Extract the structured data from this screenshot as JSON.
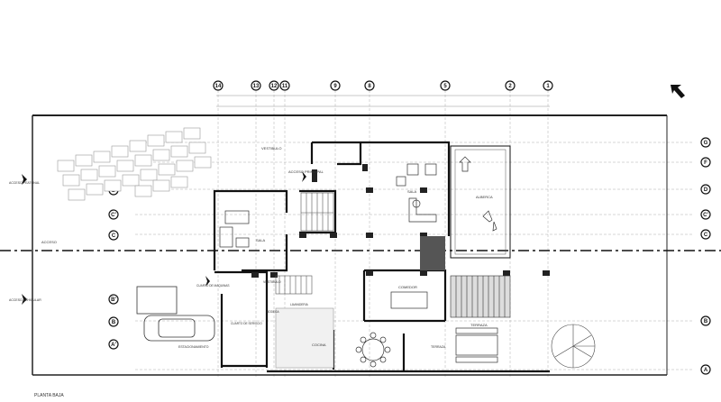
{
  "sheet": {
    "title": "PLANTA BAJA"
  },
  "grid": {
    "columns": [
      "14",
      "13",
      "12",
      "11",
      "9",
      "8",
      "5",
      "2",
      "1"
    ],
    "rows": [
      "G",
      "F",
      "D",
      "C'",
      "C",
      "B",
      "A"
    ],
    "left_rows": [
      "D",
      "C'",
      "C",
      "B'",
      "B",
      "A'"
    ]
  },
  "rooms": {
    "vestibulo_top": "VESTIBULO",
    "acceso_principal": "ACCESO PRINCIPAL",
    "acceso": "ACCESO",
    "acceso_left_top": "ACCESO PEATONAL",
    "acceso_left_bottom": "ACCESO VEHICULAR",
    "sala": "SALA",
    "sala_right": "SALA",
    "alberca": "ALBERCA",
    "vestibulo_mid": "VESTIBULO",
    "cuarto_servicio": "CUARTO DE SERVICIO",
    "bodega": "BODEGA",
    "lavanderia": "LAVANDERIA",
    "comedor": "COMEDOR",
    "cocina": "COCINA",
    "terraza": "TERRAZA",
    "terraza2": "TERRAZA",
    "estacionamiento": "ESTACIONAMIENTO",
    "cuarto_maquinas": "CUARTO DE MAQUINAS"
  }
}
